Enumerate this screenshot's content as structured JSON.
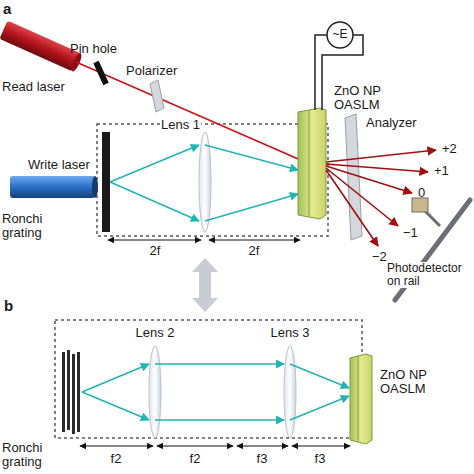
{
  "diagram": {
    "labels": [
      "a",
      "Read laser",
      "Pin hole",
      "Polarizer",
      "Lens 1",
      "~E",
      "ZnO NP OASLM",
      "Analyzer",
      "+2",
      "+1",
      "0",
      "−1",
      "−2",
      "Write laser",
      "Ronchi grating",
      "2f",
      "2f",
      "Photodetector on rail",
      "b",
      "Lens 2",
      "Lens 3",
      "ZnO NP OASLM",
      "Ronchi grating",
      "f2",
      "f2",
      "f3",
      "f3"
    ]
  }
}
